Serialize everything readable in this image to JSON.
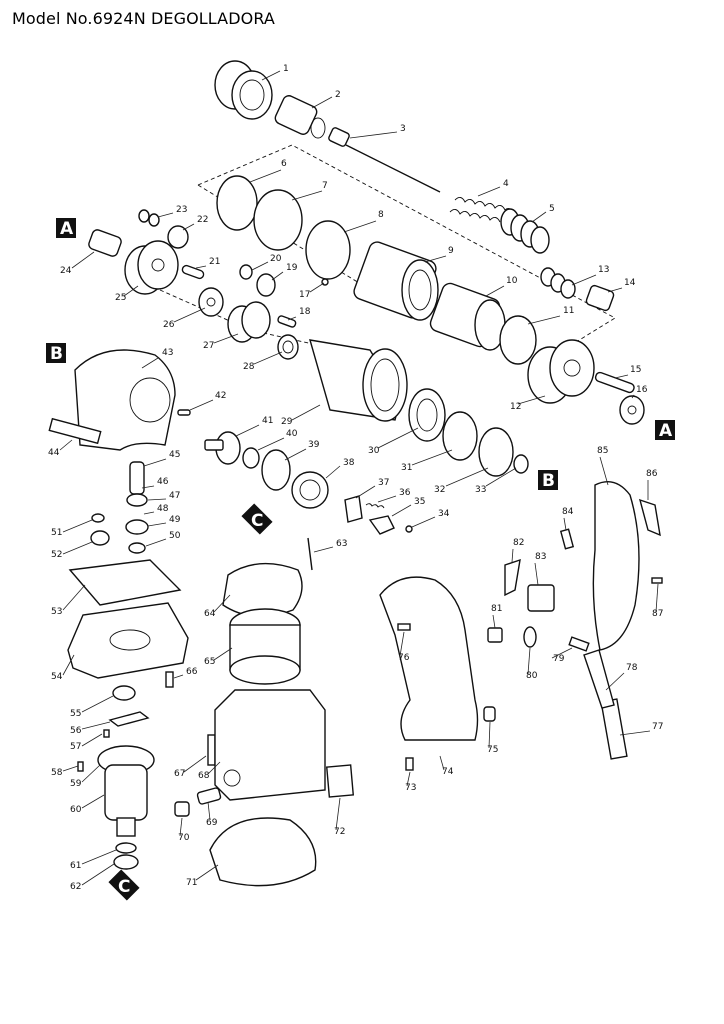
{
  "header": {
    "title": "Model No.6924N DEGOLLADORA"
  },
  "markers": [
    {
      "key": "A",
      "label": "A"
    },
    {
      "key": "A2",
      "label": "A"
    },
    {
      "key": "B",
      "label": "B"
    },
    {
      "key": "B2",
      "label": "B"
    },
    {
      "key": "C",
      "label": "C"
    },
    {
      "key": "C2",
      "label": "C"
    }
  ],
  "parts": [
    "1",
    "2",
    "3",
    "4",
    "5",
    "6",
    "7",
    "8",
    "9",
    "10",
    "11",
    "12",
    "13",
    "14",
    "15",
    "16",
    "17",
    "18",
    "19",
    "20",
    "21",
    "22",
    "23",
    "24",
    "25",
    "26",
    "27",
    "28",
    "29",
    "30",
    "31",
    "32",
    "33",
    "34",
    "35",
    "36",
    "37",
    "38",
    "39",
    "40",
    "41",
    "42",
    "43",
    "44",
    "45",
    "46",
    "47",
    "48",
    "49",
    "50",
    "51",
    "52",
    "53",
    "54",
    "55",
    "56",
    "57",
    "58",
    "59",
    "60",
    "61",
    "62",
    "63",
    "64",
    "65",
    "66",
    "67",
    "68",
    "69",
    "70",
    "71",
    "72",
    "73",
    "74",
    "75",
    "76",
    "77",
    "78",
    "79",
    "80",
    "81",
    "82",
    "83",
    "84",
    "85",
    "86",
    "87"
  ]
}
